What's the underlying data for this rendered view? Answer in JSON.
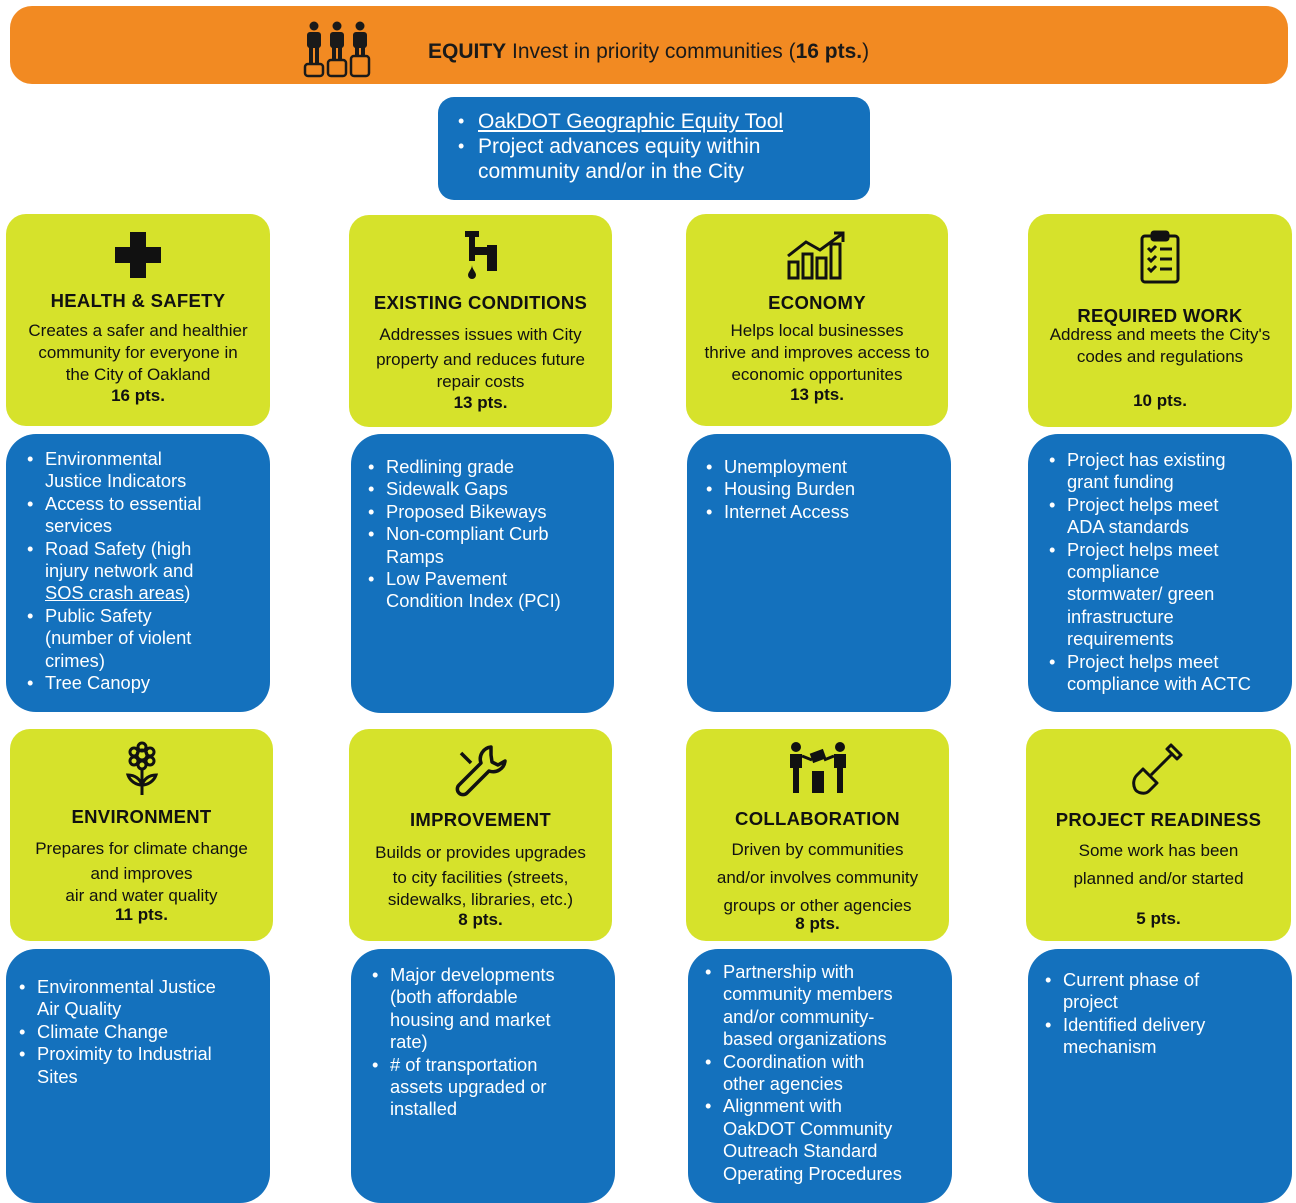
{
  "banner": {
    "title": "EQUITY",
    "text_pre": " Invest in priority communities (",
    "points": "16 pts.",
    "text_post": ")",
    "icon": "people-on-pedestals-icon"
  },
  "equity_box": {
    "link": "OakDOT Geographic Equity Tool",
    "item2_line1": "Project advances equity within",
    "item2_line2": "community and/or in the City"
  },
  "categories": [
    {
      "icon": "medical-cross-icon",
      "title": "HEALTH & SAFETY",
      "desc": [
        "Creates a safer and healthier",
        "community for everyone in",
        "the City of Oakland"
      ],
      "points": "16 pts.",
      "items": [
        [
          "Environmental",
          "Justice Indicators"
        ],
        [
          "Access to essential",
          "services"
        ],
        [
          "Road Safety (high",
          "injury network and",
          "SOS crash areas)"
        ],
        [
          "Public Safety",
          "(number of violent",
          "crimes)"
        ],
        [
          "Tree Canopy"
        ]
      ]
    },
    {
      "icon": "leaking-pipe-icon",
      "title": "EXISTING CONDITIONS",
      "desc": [
        "Addresses issues with City",
        "property and reduces future",
        "repair costs"
      ],
      "points": "13 pts.",
      "items": [
        [
          "Redlining grade"
        ],
        [
          "Sidewalk Gaps"
        ],
        [
          "Proposed Bikeways"
        ],
        [
          "Non-compliant Curb",
          "Ramps"
        ],
        [
          "Low Pavement",
          "Condition Index (PCI)"
        ]
      ]
    },
    {
      "icon": "growth-chart-icon",
      "title": "ECONOMY",
      "desc": [
        "Helps local businesses",
        "thrive and improves access to",
        "economic opportunites"
      ],
      "points": "13 pts.",
      "items": [
        [
          "Unemployment"
        ],
        [
          "Housing Burden"
        ],
        [
          "Internet Access"
        ]
      ]
    },
    {
      "icon": "clipboard-checklist-icon",
      "title": "REQUIRED WORK",
      "desc": [
        "Address and meets the City's",
        "codes and regulations"
      ],
      "points": "10 pts.",
      "items": [
        [
          "Project has existing",
          "grant funding"
        ],
        [
          "Project helps meet",
          "ADA standards"
        ],
        [
          "Project helps meet",
          "compliance",
          "stormwater/ green",
          "infrastructure",
          "requirements"
        ],
        [
          "Project helps meet",
          "compliance with ACTC"
        ]
      ]
    },
    {
      "icon": "flower-icon",
      "title": "ENVIRONMENT",
      "desc": [
        "Prepares for climate change",
        "and improves",
        "air and water quality"
      ],
      "points": "11 pts.",
      "items": [
        [
          "Environmental Justice",
          "Air Quality"
        ],
        [
          "Climate Change"
        ],
        [
          "Proximity to Industrial",
          "Sites"
        ]
      ]
    },
    {
      "icon": "wrench-icon",
      "title": "IMPROVEMENT",
      "desc": [
        "Builds or provides upgrades",
        "to city facilities (streets,",
        "sidewalks, libraries, etc.)"
      ],
      "points": "8 pts.",
      "items": [
        [
          "Major developments",
          "(both affordable",
          "housing and market",
          "rate)"
        ],
        [
          "# of transportation",
          "assets upgraded or",
          "installed"
        ]
      ]
    },
    {
      "icon": "people-collaborating-icon",
      "title": "COLLABORATION",
      "desc": [
        "Driven by communities",
        "and/or involves community",
        "groups or other agencies"
      ],
      "points": "8 pts.",
      "items": [
        [
          "Partnership with",
          "community members",
          "and/or community-",
          "based organizations"
        ],
        [
          "Coordination with",
          "other agencies"
        ],
        [
          "Alignment with",
          "OakDOT Community",
          "Outreach Standard",
          "Operating Procedures"
        ]
      ]
    },
    {
      "icon": "shovel-icon",
      "title": "PROJECT READINESS",
      "desc": [
        "Some work has been",
        "planned and/or started"
      ],
      "points": "5 pts.",
      "items": [
        [
          "Current phase of",
          "project"
        ],
        [
          "Identified delivery",
          "mechanism"
        ]
      ]
    }
  ],
  "colors": {
    "banner": "#f28a22",
    "card": "#d6e22b",
    "list": "#1471bd"
  }
}
